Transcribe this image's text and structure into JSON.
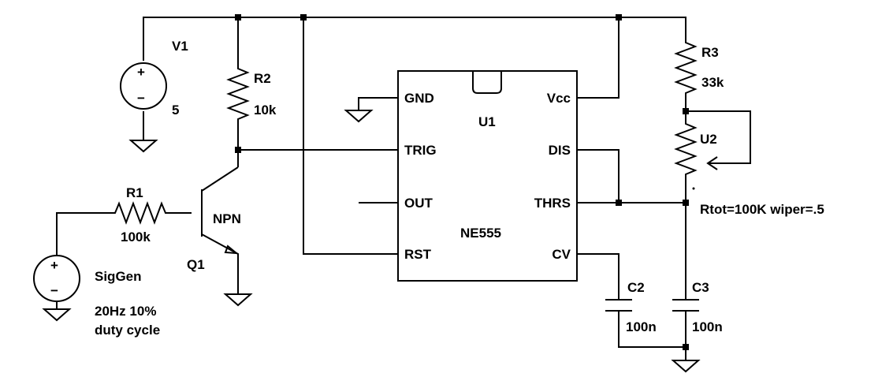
{
  "components": {
    "v1": {
      "name": "V1",
      "value": "5"
    },
    "r2": {
      "name": "R2",
      "value": "10k"
    },
    "r1": {
      "name": "R1",
      "value": "100k"
    },
    "q1": {
      "name": "Q1",
      "type": "NPN"
    },
    "siggen": {
      "name": "SigGen",
      "desc1": "20Hz 10%",
      "desc2": "duty cycle"
    },
    "u1": {
      "name": "U1",
      "part": "NE555",
      "pins": {
        "gnd": "GND",
        "vcc": "Vcc",
        "trig": "TRIG",
        "dis": "DIS",
        "out": "OUT",
        "thrs": "THRS",
        "rst": "RST",
        "cv": "CV"
      }
    },
    "r3": {
      "name": "R3",
      "value": "33k"
    },
    "u2": {
      "name": "U2",
      "params": "Rtot=100K wiper=.5"
    },
    "c2": {
      "name": "C2",
      "value": "100n"
    },
    "c3": {
      "name": "C3",
      "value": "100n"
    }
  },
  "symbols": {
    "source_plus": "+",
    "source_minus": "−"
  }
}
